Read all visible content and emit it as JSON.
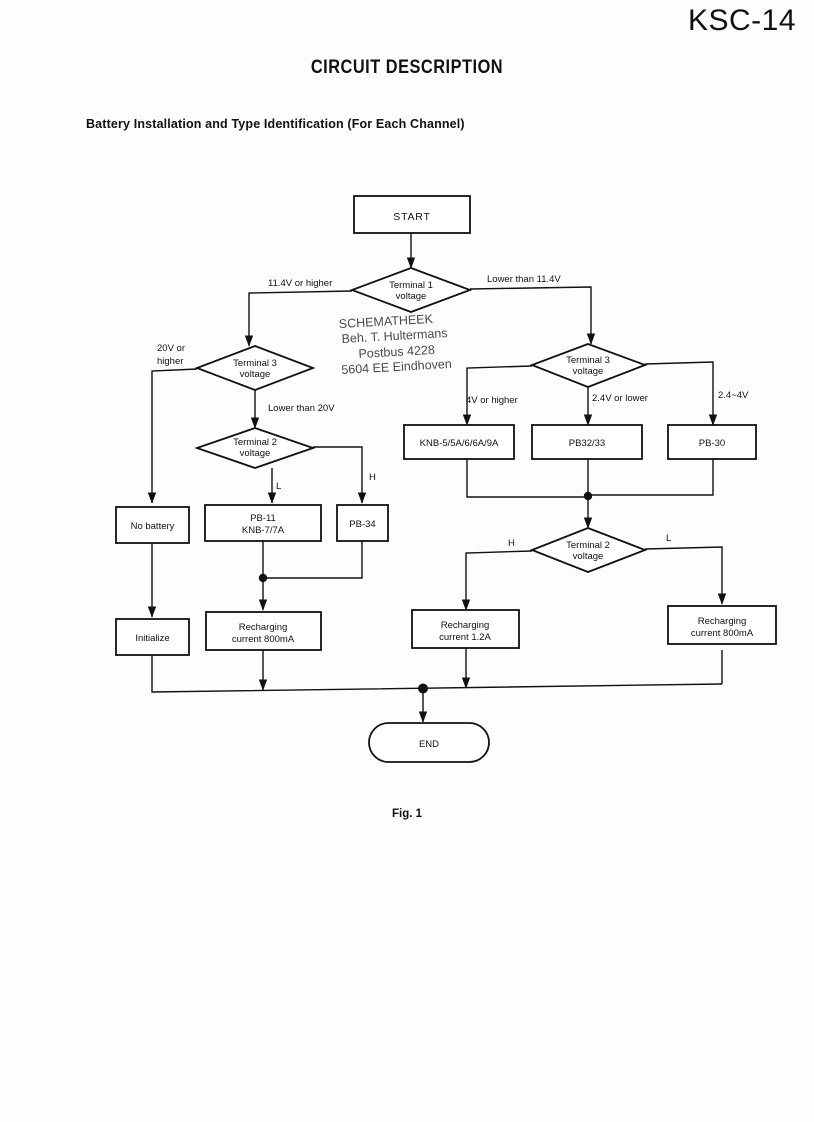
{
  "document": {
    "number": "KSC-14",
    "title": "CIRCUIT DESCRIPTION",
    "subtitle": "Battery Installation and Type Identification (For Each Channel)",
    "figure_caption": "Fig. 1"
  },
  "stamp": {
    "line1": "SCHEMATHEEK",
    "line2": "Beh. T. Hultermans",
    "line3": "Postbus 4228",
    "line4": "5604 EE  Eindhoven"
  },
  "flowchart": {
    "nodes": {
      "start": "START",
      "decision_terminal1": {
        "line1": "Terminal 1",
        "line2": "voltage"
      },
      "decision_terminal3_left": {
        "line1": "Terminal 3",
        "line2": "voltage"
      },
      "decision_terminal2_left": {
        "line1": "Terminal 2",
        "line2": "voltage"
      },
      "decision_terminal3_right": {
        "line1": "Terminal 3",
        "line2": "voltage"
      },
      "decision_terminal2_right": {
        "line1": "Terminal 2",
        "line2": "voltage"
      },
      "no_battery": "No battery",
      "pb11_knb7": {
        "line1": "PB-11",
        "line2": "KNB-7/7A"
      },
      "pb34": "PB-34",
      "knb5": "KNB-5/5A/6/6A/9A",
      "pb3233": "PB32/33",
      "pb30": "PB-30",
      "initialize": "Initialize",
      "recharge_800_left": {
        "line1": "Recharging",
        "line2": "current 800mA"
      },
      "recharge_12a": {
        "line1": "Recharging",
        "line2": "current 1.2A"
      },
      "recharge_800_right": {
        "line1": "Recharging",
        "line2": "current 800mA"
      },
      "end": "END"
    },
    "edge_labels": {
      "t1_high": "11.4V or higher",
      "t1_low": "Lower than 11.4V",
      "t3l_high": "20V or higher",
      "t3l_low": "Lower than 20V",
      "t2l_low": "L",
      "t2l_high": "H",
      "t3r_high": "4V or higher",
      "t3r_low": "2.4V or lower",
      "t3r_mid": "2.4~4V",
      "t2r_high": "H",
      "t2r_low": "L"
    }
  },
  "colors": {
    "ink": "#111111",
    "paper": "#fdfdfb"
  }
}
